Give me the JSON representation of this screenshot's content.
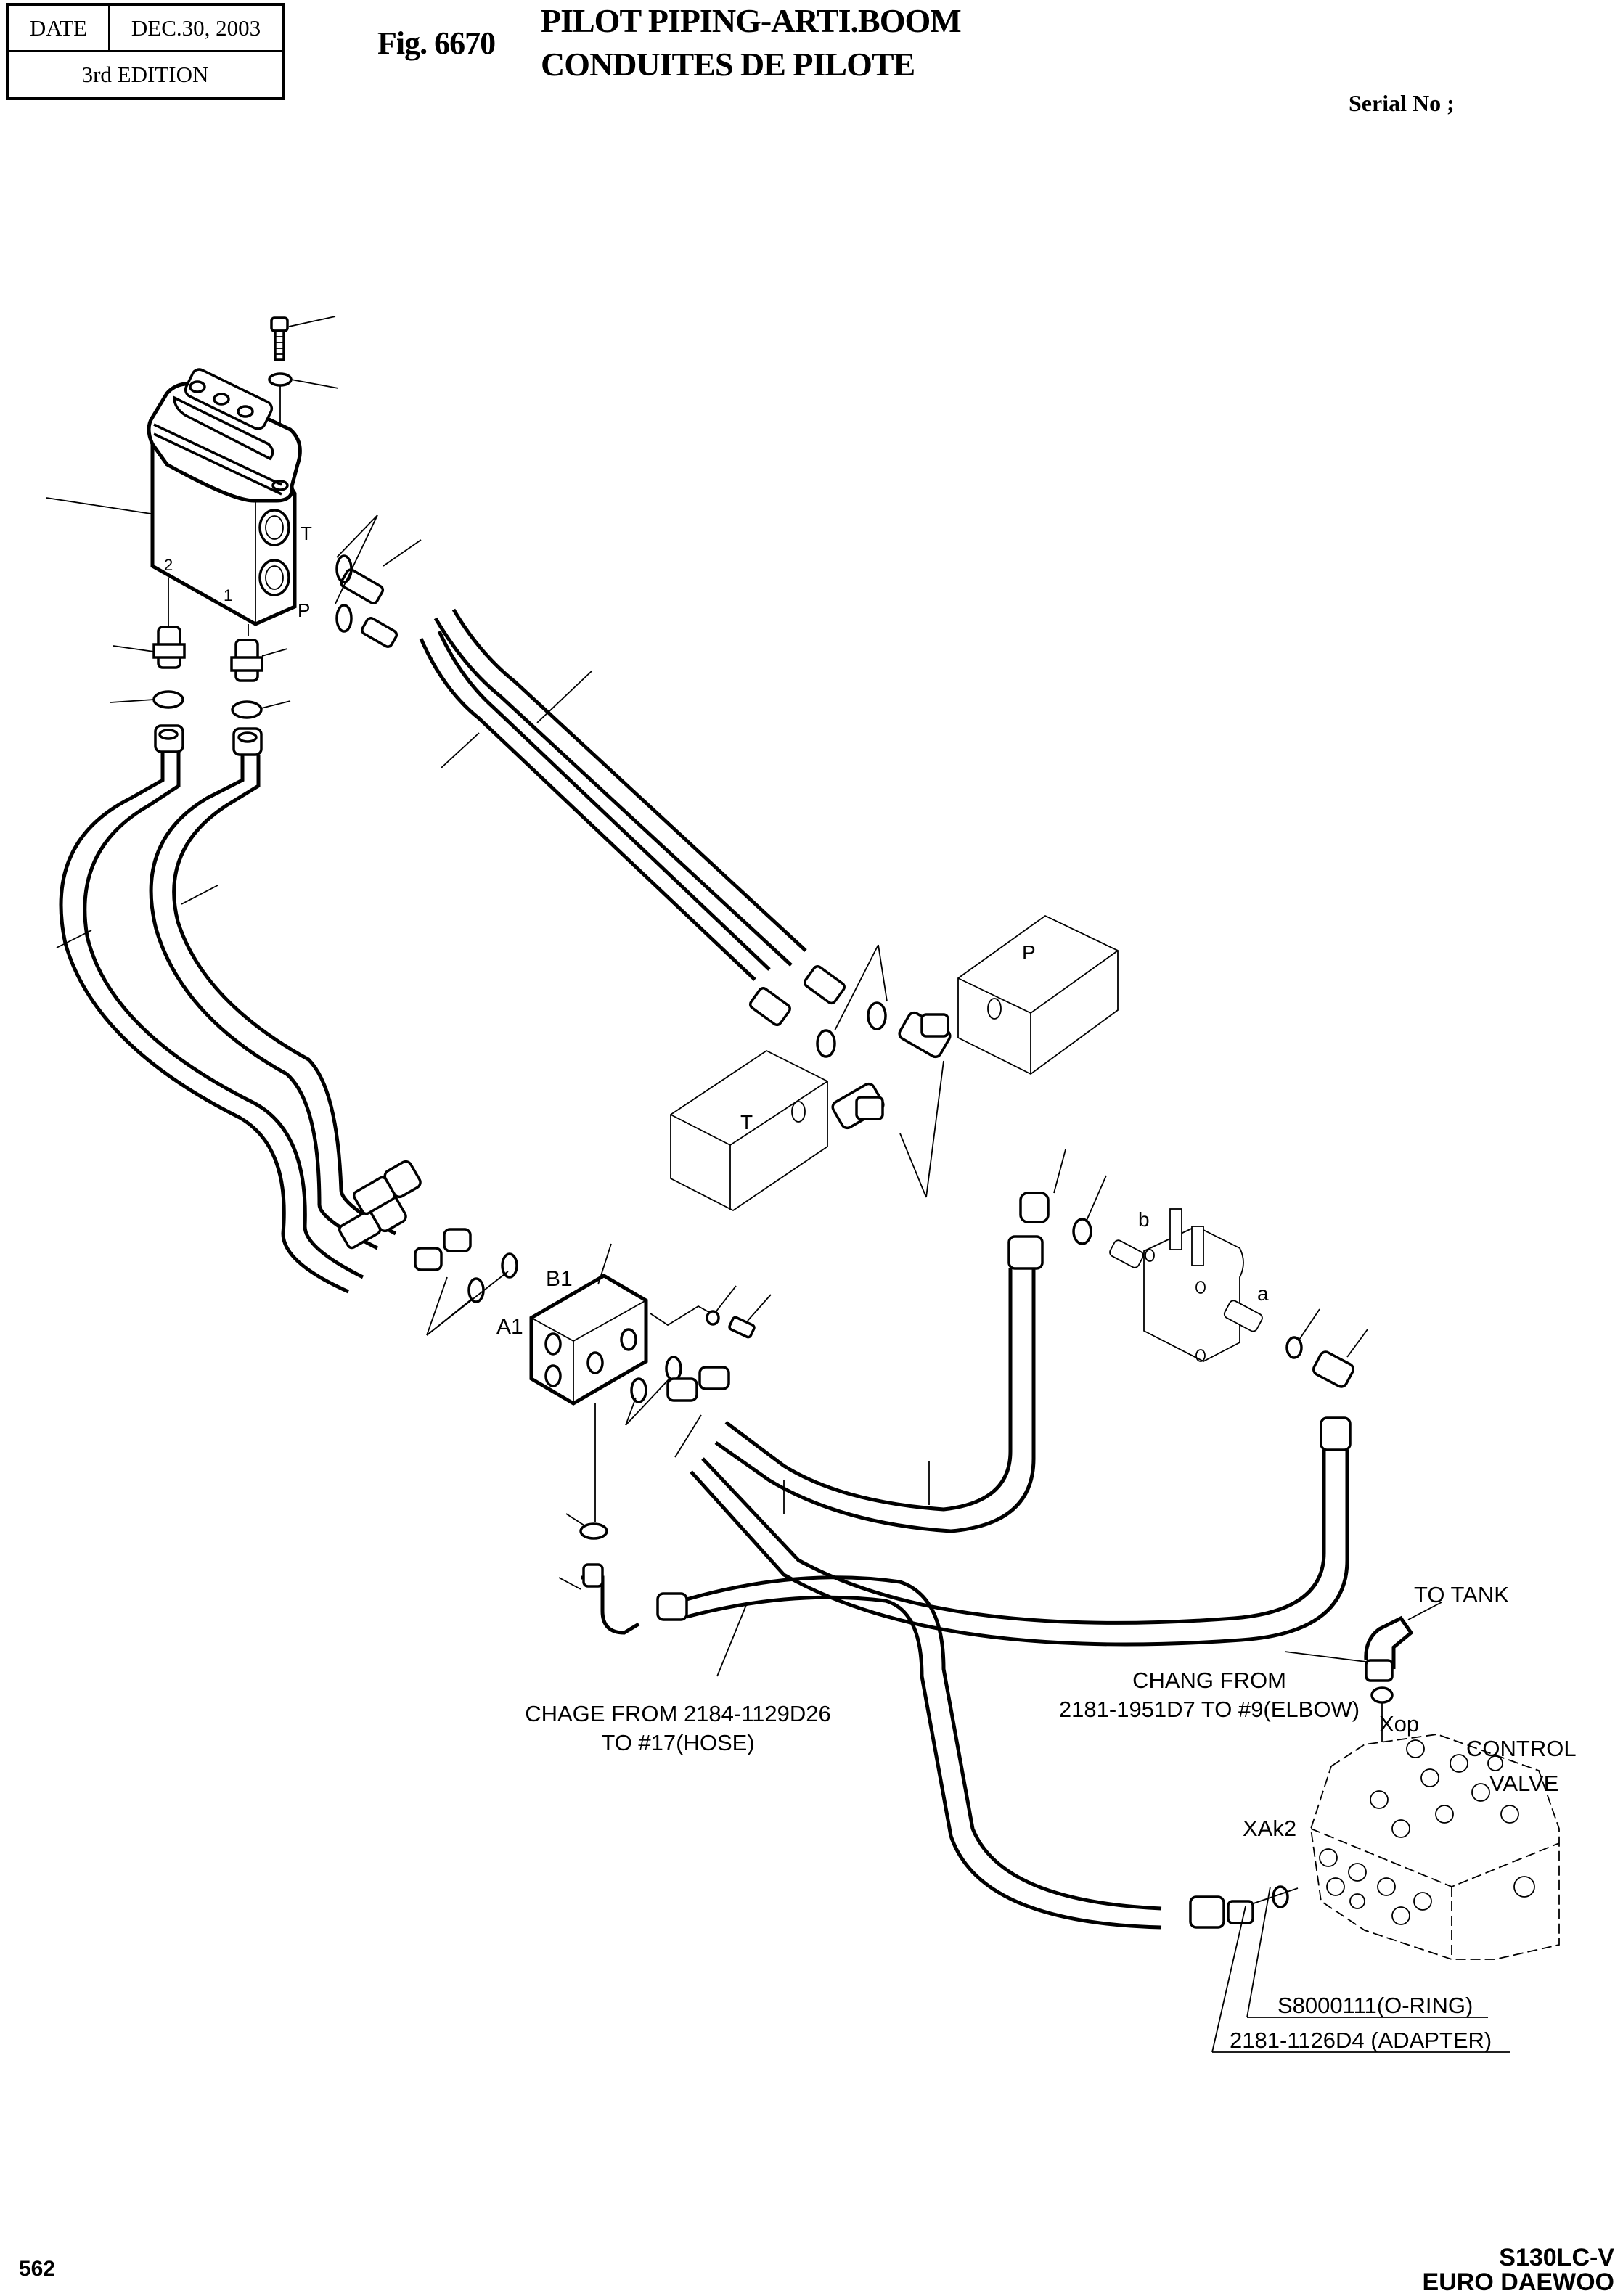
{
  "header": {
    "date_label": "DATE",
    "date_value": "DEC.30, 2003",
    "edition": "3rd  EDITION",
    "figure_number": "Fig. 6670",
    "title_en": "PILOT PIPING-ARTI.BOOM",
    "title_fr": "CONDUITES DE PILOTE",
    "serial_label": "Serial No ;"
  },
  "diagram": {
    "port_labels": {
      "valve_t": "T",
      "valve_p": "P",
      "valve_port_1": "1",
      "valve_port_2": "2",
      "block_p": "P",
      "block_t": "T",
      "manifold_b1": "B1",
      "manifold_a1": "A1",
      "selector_b": "b",
      "selector_a": "a",
      "control_xop": "Xop",
      "control_xak2": "XAk2"
    },
    "notes": {
      "hose_change_line1": "CHAGE FROM 2184-1129D26",
      "hose_change_line2": "TO #17(HOSE)",
      "to_tank": "TO TANK",
      "elbow_change_line1": "CHANG FROM",
      "elbow_change_line2": "2181-1951D7 TO #9(ELBOW)",
      "control_valve_line1": "CONTROL",
      "control_valve_line2": "VALVE",
      "oring_part": "S8000111(O-RING)",
      "adapter_part": "2181-1126D4 (ADAPTER)"
    }
  },
  "footer": {
    "page_number": "562",
    "model_line1": "S130LC-V",
    "model_line2": "EURO DAEWOO"
  }
}
